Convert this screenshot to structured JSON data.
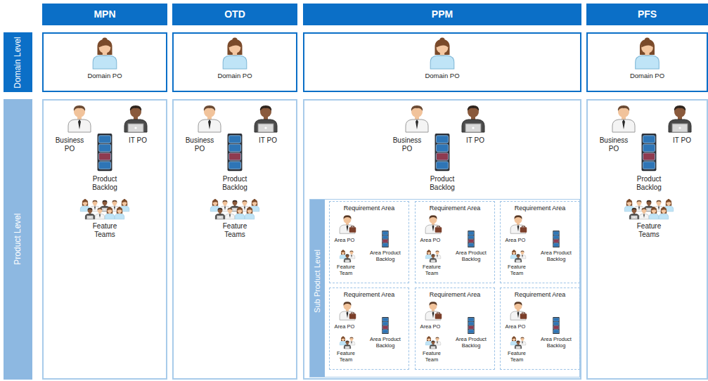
{
  "diagram": {
    "nodes": [
      {
        "text": [
          "MPN"
        ]
      },
      {
        "text": [
          "OTD"
        ]
      },
      {
        "text": [
          "PPM"
        ]
      },
      {
        "text": [
          "PFS"
        ]
      },
      {
        "text": [
          "Domain Level"
        ]
      },
      {
        "text": [
          "Domain PO"
        ]
      },
      {
        "text": [
          "Domain PO"
        ]
      },
      {
        "text": [
          "Domain PO"
        ]
      },
      {
        "text": [
          "Domain PO"
        ]
      },
      {
        "text": [
          "Product Level"
        ]
      },
      {
        "text": [
          "Business PO",
          "IT PO",
          "Product Backlog",
          "Feature Teams"
        ]
      },
      {
        "text": [
          "Business PO",
          "IT PO",
          "Product Backlog",
          "Feature Teams"
        ]
      },
      {
        "text": [
          "Business PO",
          "IT PO",
          "Product Backlog"
        ]
      },
      {
        "text": [
          "Sub Product Level"
        ],
        "in": 12
      },
      {
        "text": [
          "Requirement Area",
          "Area PO",
          "Area Product Backlog",
          "Feature Team"
        ],
        "in": 13
      },
      {
        "text": [
          "Requirement Area",
          "Area PO",
          "Area Product Backlog",
          "Feature Team"
        ],
        "in": 13
      },
      {
        "text": [
          "Requirement Area",
          "Area PO",
          "Area Product Backlog",
          "Feature Team"
        ],
        "in": 13
      },
      {
        "text": [
          "Requirement Area",
          "Area PO",
          "Area Product Backlog",
          "Feature Team"
        ],
        "in": 13
      },
      {
        "text": [
          "Requirement Area",
          "Area PO",
          "Area Product Backlog",
          "Feature Team"
        ],
        "in": 13
      },
      {
        "text": [
          "Requirement Area",
          "Area PO",
          "Area Product Backlog",
          "Feature Team"
        ],
        "in": 13
      },
      {
        "text": [
          "Business PO",
          "IT PO",
          "Product Backlog",
          "Feature Teams"
        ]
      }
    ]
  }
}
